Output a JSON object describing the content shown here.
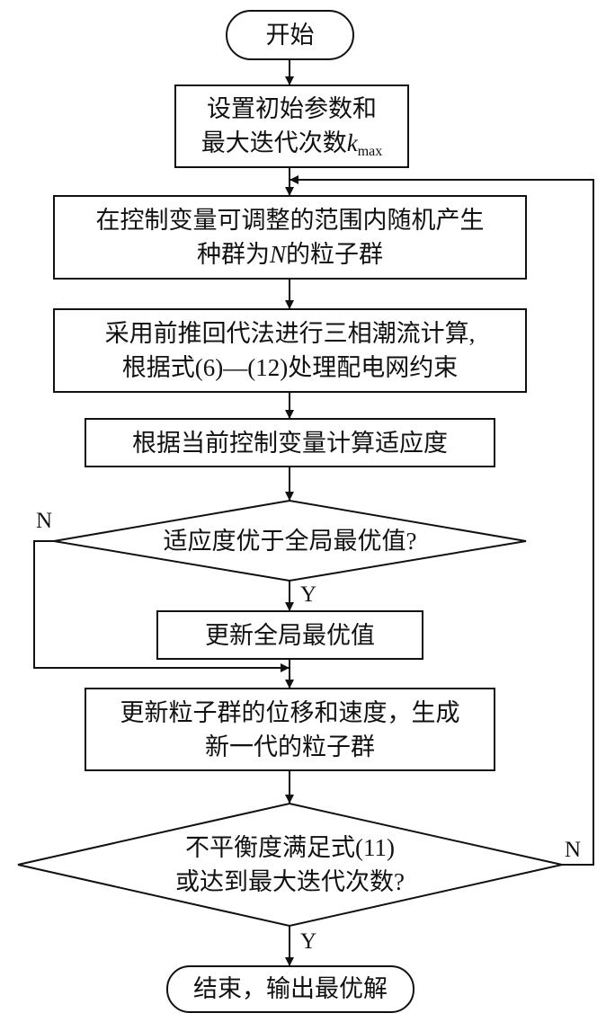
{
  "nodes": {
    "start": "开始",
    "init_line1": "设置初始参数和",
    "init_line2_pre": "最大迭代次数",
    "init_var": "k",
    "init_sub": "max",
    "gen_line1": "在控制变量可调整的范围内随机产生",
    "gen_line2_pre": "种群为",
    "gen_var": "N",
    "gen_line2_post": "的粒子群",
    "flow_line1": "采用前推回代法进行三相潮流计算,",
    "flow_line2": "根据式(6)—(12)处理配电网约束",
    "fitness": "根据当前控制变量计算适应度",
    "decision1": "适应度优于全局最优值?",
    "update_best": "更新全局最优值",
    "update_swarm_line1": "更新粒子群的位移和速度，生成",
    "update_swarm_line2": "新一代的粒子群",
    "decision2_line1": "不平衡度满足式(11)",
    "decision2_line2": "或达到最大迭代次数?",
    "end": "结束，输出最优解"
  },
  "branches": {
    "d1_no": "N",
    "d1_yes": "Y",
    "d2_no": "N",
    "d2_yes": "Y"
  }
}
